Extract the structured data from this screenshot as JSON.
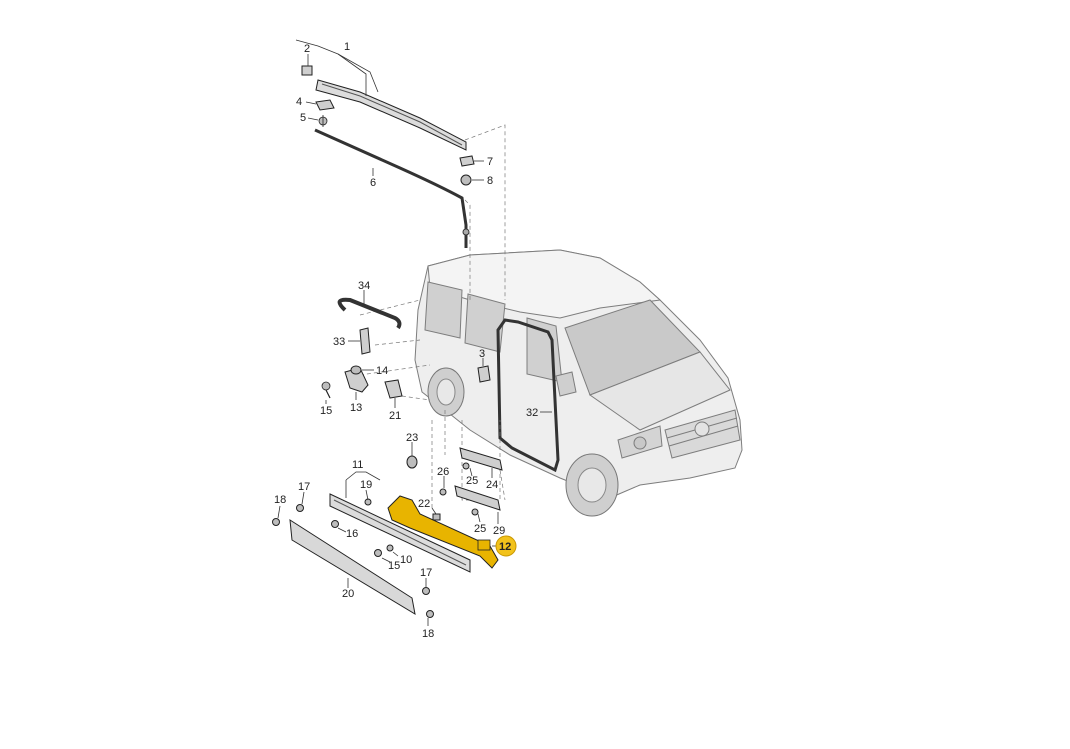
{
  "colors": {
    "highlight": "#e8b400",
    "highlight_badge": "#f2c21b",
    "part_fill": "#dcdcdc",
    "part_dark": "#555555",
    "van_fill": "#eeeeee",
    "van_glass": "#d0d0d0",
    "line": "#333333"
  },
  "highlighted_part": "12",
  "callouts": [
    {
      "id": "1",
      "label": "1"
    },
    {
      "id": "2",
      "label": "2"
    },
    {
      "id": "4",
      "label": "4"
    },
    {
      "id": "5",
      "label": "5"
    },
    {
      "id": "6",
      "label": "6"
    },
    {
      "id": "7",
      "label": "7"
    },
    {
      "id": "8",
      "label": "8"
    },
    {
      "id": "34",
      "label": "34"
    },
    {
      "id": "33",
      "label": "33"
    },
    {
      "id": "14",
      "label": "14"
    },
    {
      "id": "13",
      "label": "13"
    },
    {
      "id": "15a",
      "label": "15"
    },
    {
      "id": "21",
      "label": "21"
    },
    {
      "id": "3",
      "label": "3"
    },
    {
      "id": "32",
      "label": "32"
    },
    {
      "id": "23",
      "label": "23"
    },
    {
      "id": "26",
      "label": "26"
    },
    {
      "id": "25a",
      "label": "25"
    },
    {
      "id": "24",
      "label": "24"
    },
    {
      "id": "22",
      "label": "22"
    },
    {
      "id": "25b",
      "label": "25"
    },
    {
      "id": "29",
      "label": "29"
    },
    {
      "id": "12",
      "label": "12"
    },
    {
      "id": "11",
      "label": "11"
    },
    {
      "id": "19",
      "label": "19"
    },
    {
      "id": "17a",
      "label": "17"
    },
    {
      "id": "18a",
      "label": "18"
    },
    {
      "id": "16",
      "label": "16"
    },
    {
      "id": "10",
      "label": "10"
    },
    {
      "id": "15b",
      "label": "15"
    },
    {
      "id": "17b",
      "label": "17"
    },
    {
      "id": "20",
      "label": "20"
    },
    {
      "id": "18b",
      "label": "18"
    }
  ]
}
